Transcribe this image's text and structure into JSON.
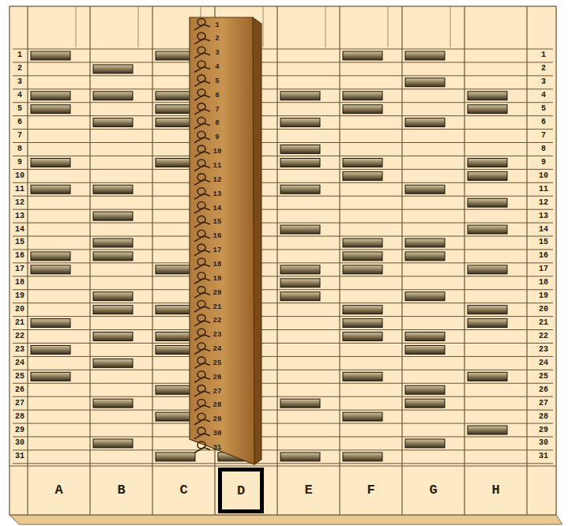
{
  "diagram": {
    "nodes": [
      {
        "text": [
          "D"
        ]
      }
    ],
    "labels": [
      "1",
      "2",
      "3",
      "4",
      "5",
      "6",
      "7",
      "8",
      "9",
      "10",
      "11",
      "12",
      "13",
      "14",
      "15",
      "16",
      "17",
      "18",
      "19",
      "20",
      "21",
      "22",
      "23",
      "24",
      "25",
      "26",
      "27",
      "28",
      "29",
      "30",
      "31",
      "1",
      "2",
      "3",
      "4",
      "5",
      "6",
      "7",
      "8",
      "9",
      "10",
      "11",
      "12",
      "13",
      "14",
      "15",
      "16",
      "17",
      "18",
      "19",
      "20",
      "21",
      "22",
      "23",
      "24",
      "25",
      "26",
      "27",
      "28",
      "29",
      "30",
      "31",
      "1",
      "2",
      "3",
      "4",
      "5",
      "6",
      "7",
      "8",
      "9",
      "10",
      "11",
      "12",
      "13",
      "14",
      "15",
      "16",
      "17",
      "18",
      "19",
      "20",
      "21",
      "22",
      "23",
      "24",
      "25",
      "26",
      "27",
      "28",
      "29",
      "30",
      "31",
      "A",
      "B",
      "C",
      "E",
      "F",
      "G",
      "H"
    ]
  }
}
